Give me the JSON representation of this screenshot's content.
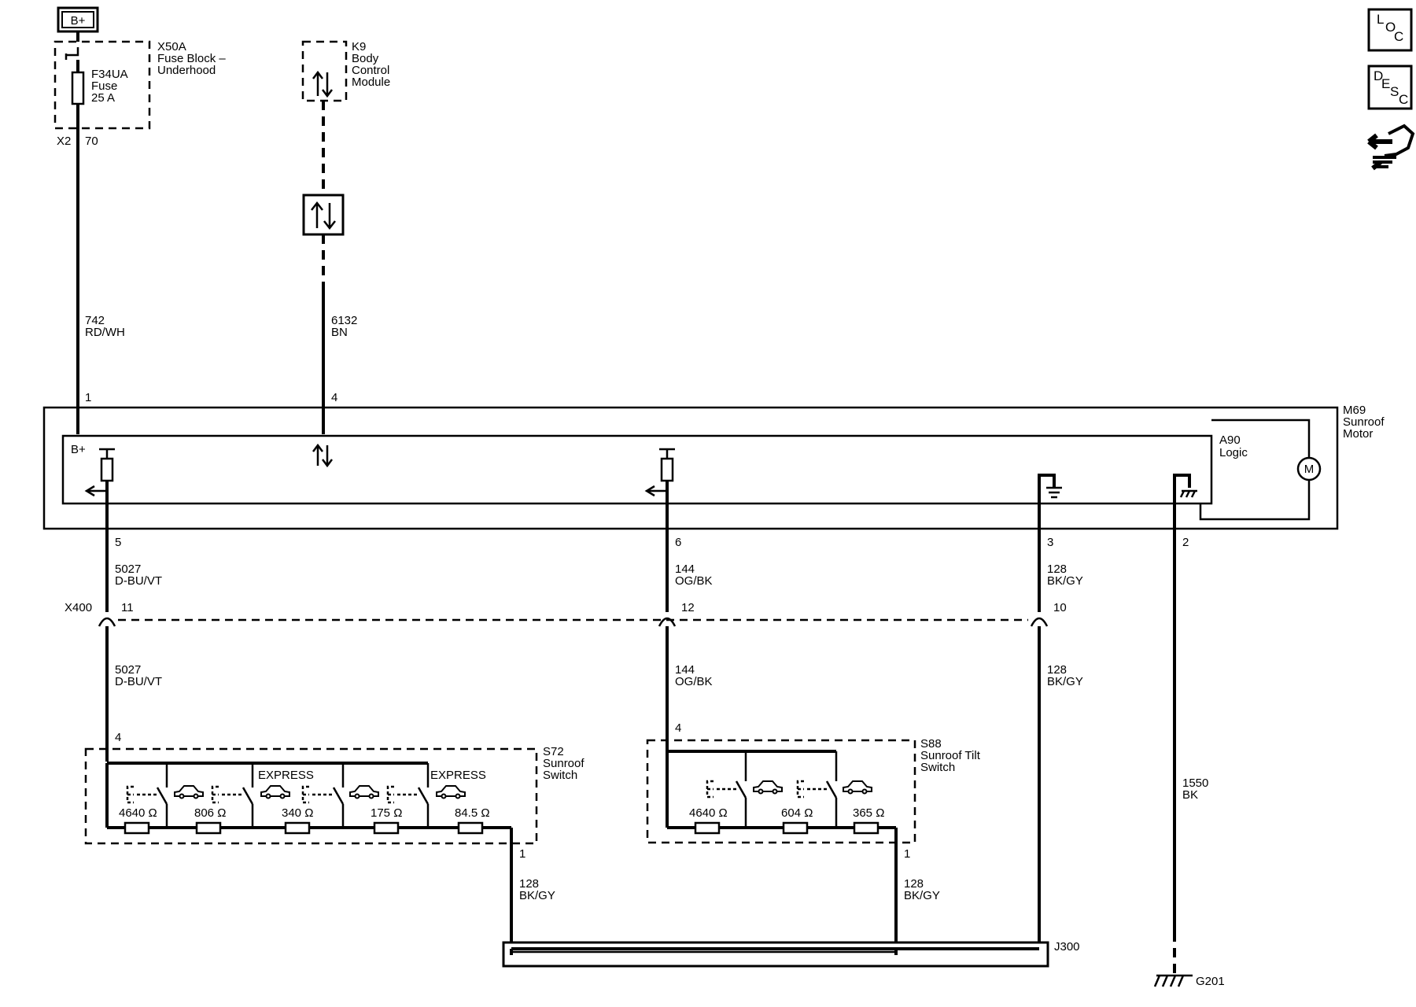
{
  "power": {
    "label": "B+"
  },
  "fuse_block": {
    "ref": "X50A",
    "name_line1": "Fuse Block –",
    "name_line2": "Underhood",
    "fuse_ref": "F34UA",
    "fuse_word": "Fuse",
    "fuse_rating": "25 A",
    "connector": "X2",
    "pin": "70"
  },
  "bcm": {
    "ref": "K9",
    "line1": "Body",
    "line2": "Control",
    "line3": "Module"
  },
  "wires": {
    "w742": {
      "circuit": "742",
      "color": "RD/WH"
    },
    "w6132": {
      "circuit": "6132",
      "color": "BN"
    },
    "w5027_top": {
      "circuit": "5027",
      "color": "D-BU/VT"
    },
    "w5027_bot": {
      "circuit": "5027",
      "color": "D-BU/VT"
    },
    "w144_top": {
      "circuit": "144",
      "color": "OG/BK"
    },
    "w144_bot": {
      "circuit": "144",
      "color": "OG/BK"
    },
    "w128_top": {
      "circuit": "128",
      "color": "BK/GY"
    },
    "w128_mid": {
      "circuit": "128",
      "color": "BK/GY"
    },
    "w128_s72": {
      "circuit": "128",
      "color": "BK/GY"
    },
    "w128_s88": {
      "circuit": "128",
      "color": "BK/GY"
    },
    "w1550": {
      "circuit": "1550",
      "color": "BK"
    }
  },
  "motor": {
    "ref": "M69",
    "line1": "Sunroof",
    "line2": "Motor",
    "logic_ref": "A90",
    "logic_name": "Logic",
    "bplus_label": "B+",
    "motor_symbol": "M",
    "pins": {
      "p1": "1",
      "p4": "4",
      "p5": "5",
      "p6": "6",
      "p3": "3",
      "p2": "2"
    }
  },
  "inline_connector": {
    "ref": "X400",
    "pin_a": "11",
    "pin_b": "12",
    "pin_c": "10"
  },
  "s72": {
    "ref": "S72",
    "line1": "Sunroof",
    "line2": "Switch",
    "pin_in": "4",
    "pin_out": "1",
    "express_labels": [
      "EXPRESS",
      "EXPRESS"
    ],
    "resistors": [
      "4640 Ω",
      "806 Ω",
      "340 Ω",
      "175 Ω",
      "84.5 Ω"
    ]
  },
  "s88": {
    "ref": "S88",
    "line1": "Sunroof Tilt",
    "line2": "Switch",
    "pin_in": "4",
    "pin_out": "1",
    "resistors": [
      "4640 Ω",
      "604 Ω",
      "365 Ω"
    ]
  },
  "splice": {
    "ref": "J300"
  },
  "ground": {
    "ref": "G201"
  },
  "side_icons": [
    {
      "name": "location-icon",
      "letters": [
        "L",
        "O",
        "C"
      ]
    },
    {
      "name": "description-icon",
      "letters": [
        "D",
        "E",
        "S",
        "C"
      ]
    },
    {
      "name": "connector-hand-icon"
    }
  ]
}
